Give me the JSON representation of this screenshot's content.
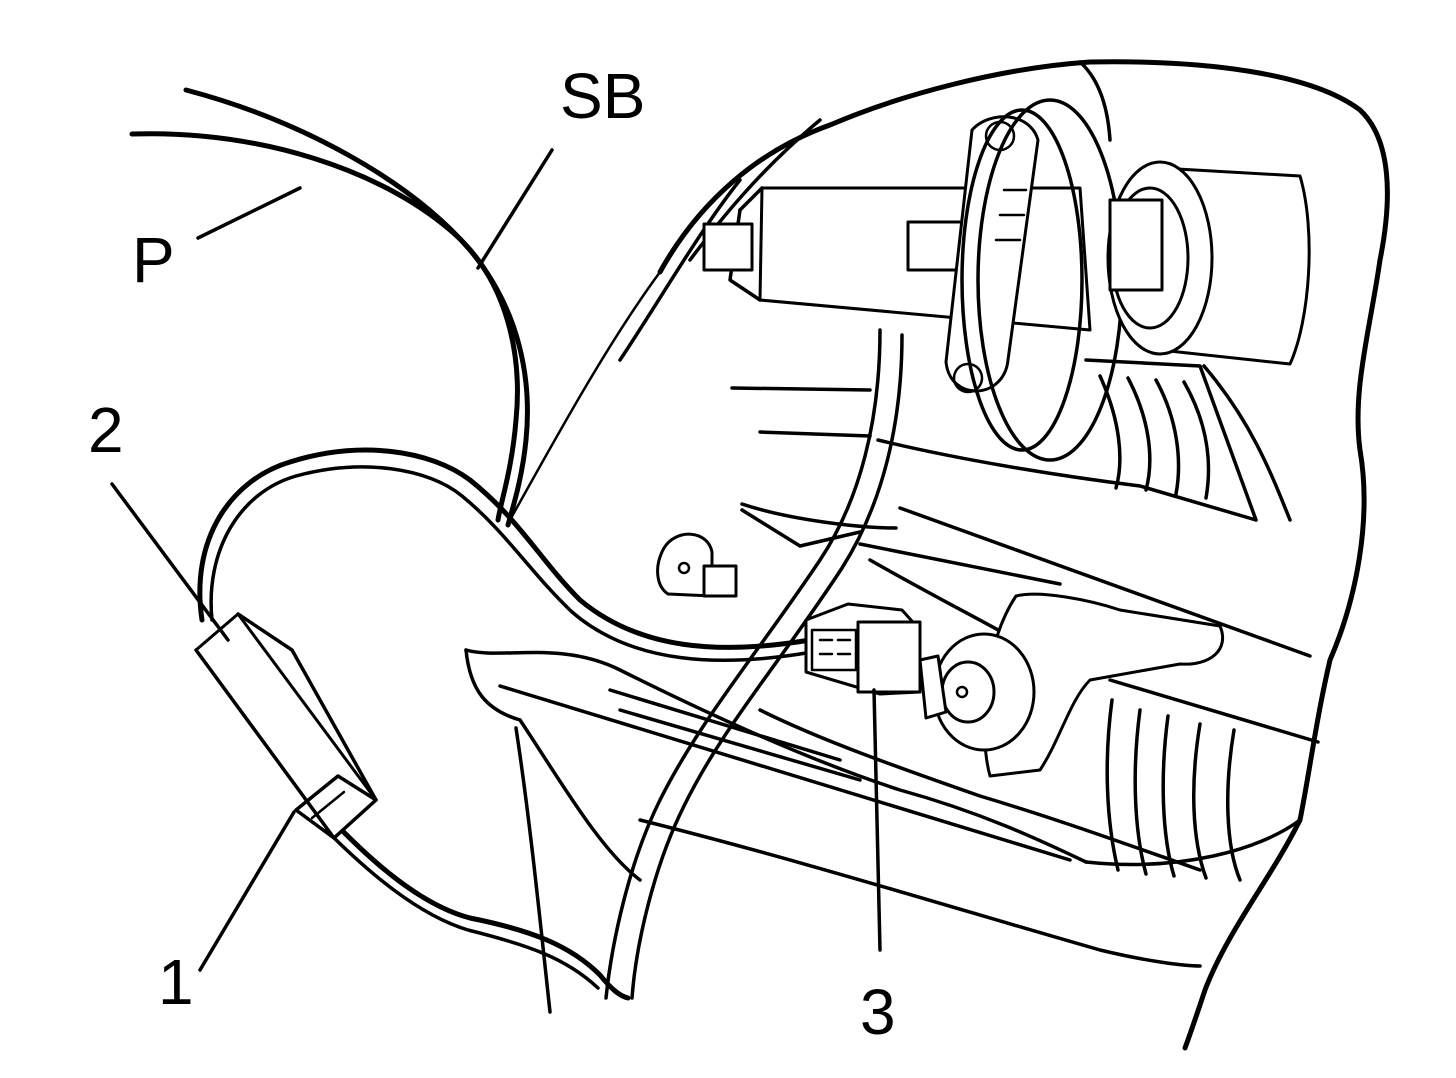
{
  "callouts": {
    "sb": "SB",
    "p": "P",
    "two": "2",
    "one": "1",
    "three": "3"
  },
  "colors": {
    "line": "#000000",
    "background": "#ffffff"
  }
}
